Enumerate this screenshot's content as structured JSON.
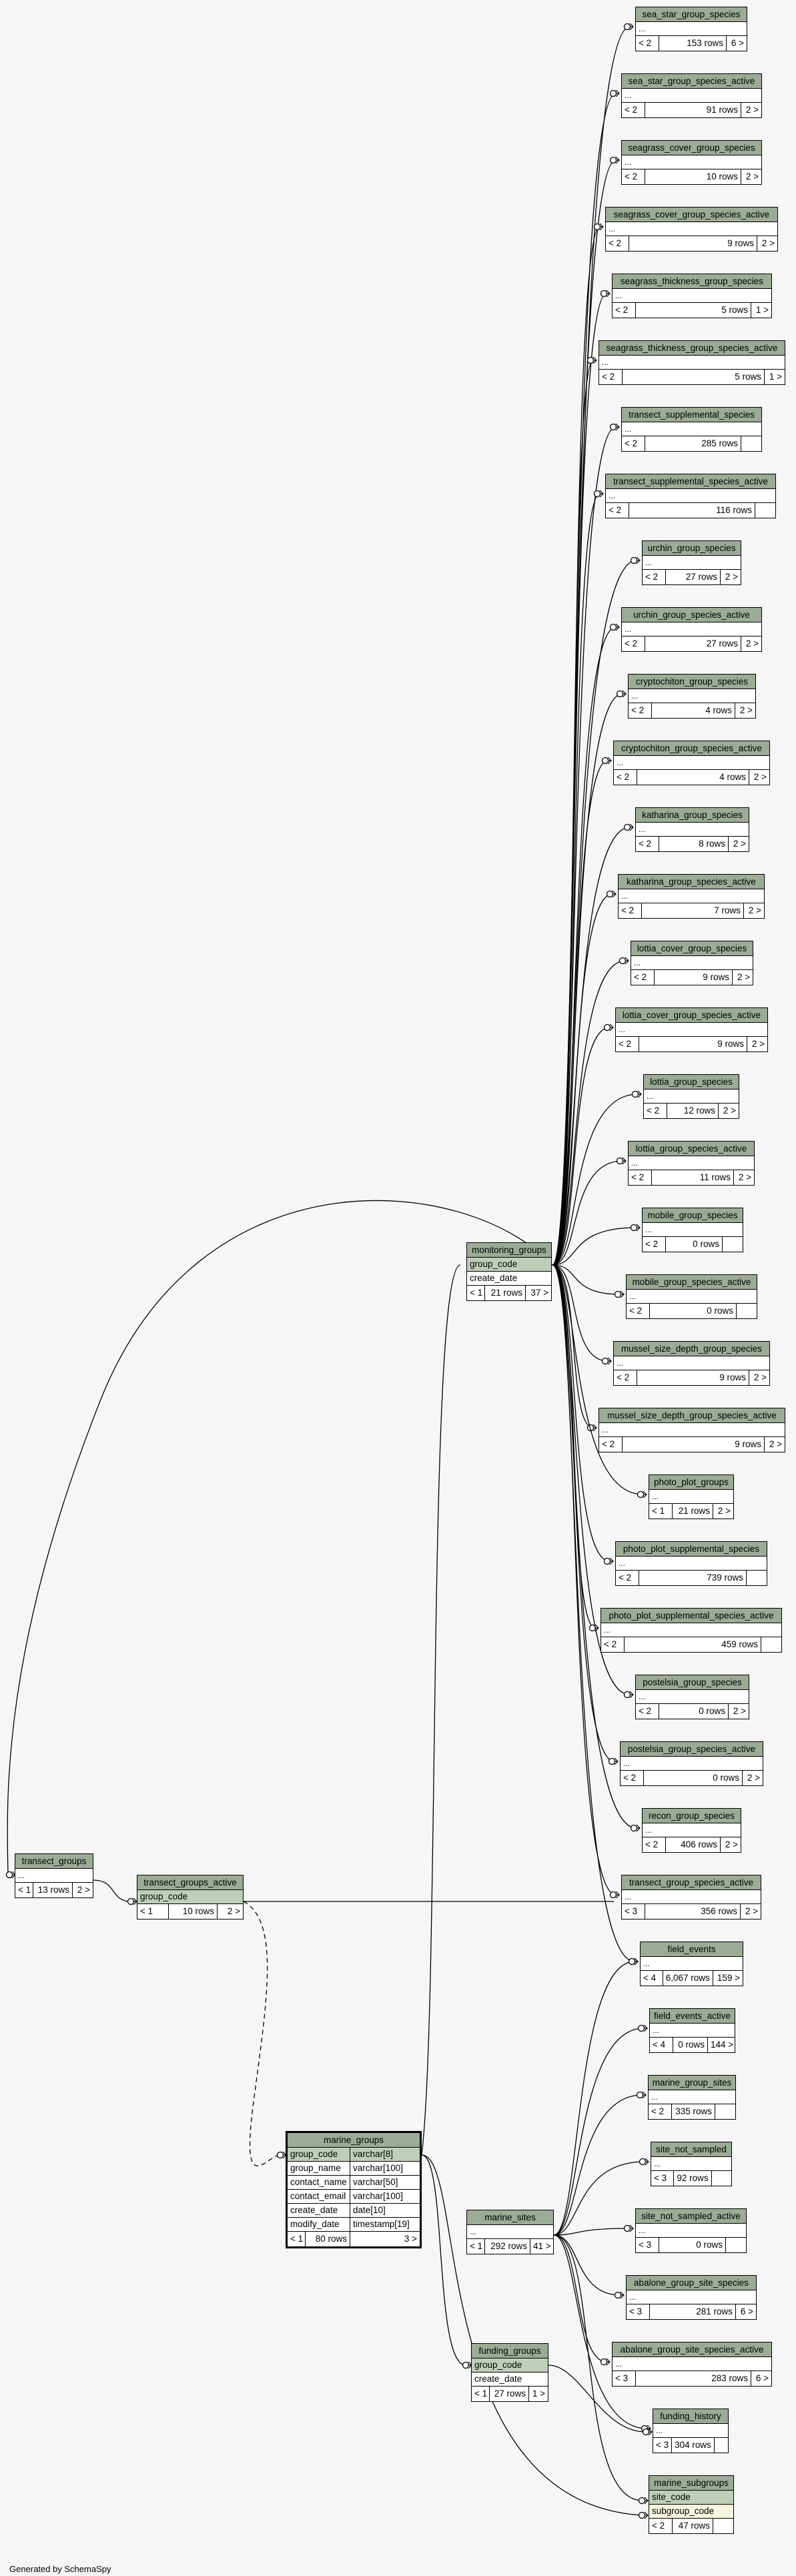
{
  "footer_text": "Generated by SchemaSpy",
  "colors": {
    "header_bg": "#9bab96",
    "key_row_bg": "#bfceb9",
    "subkey_row_bg": "#f5f5dc",
    "background": "#f5f6f5"
  },
  "tables": {
    "sea_star_group_species": {
      "name": "sea_star_group_species",
      "ellipsis": "...",
      "left": "< 2",
      "rows": "153 rows",
      "right": "6 >"
    },
    "sea_star_group_species_active": {
      "name": "sea_star_group_species_active",
      "ellipsis": "...",
      "left": "< 2",
      "rows": "91 rows",
      "right": "2 >"
    },
    "seagrass_cover_group_species": {
      "name": "seagrass_cover_group_species",
      "ellipsis": "...",
      "left": "< 2",
      "rows": "10 rows",
      "right": "2 >"
    },
    "seagrass_cover_group_species_active": {
      "name": "seagrass_cover_group_species_active",
      "ellipsis": "...",
      "left": "< 2",
      "rows": "9 rows",
      "right": "2 >"
    },
    "seagrass_thickness_group_species": {
      "name": "seagrass_thickness_group_species",
      "ellipsis": "...",
      "left": "< 2",
      "rows": "5 rows",
      "right": "1 >"
    },
    "seagrass_thickness_group_species_active": {
      "name": "seagrass_thickness_group_species_active",
      "ellipsis": "...",
      "left": "< 2",
      "rows": "5 rows",
      "right": "1 >"
    },
    "transect_supplemental_species": {
      "name": "transect_supplemental_species",
      "ellipsis": "...",
      "left": "< 2",
      "rows": "285 rows",
      "right": ""
    },
    "transect_supplemental_species_active": {
      "name": "transect_supplemental_species_active",
      "ellipsis": "...",
      "left": "< 2",
      "rows": "116 rows",
      "right": ""
    },
    "urchin_group_species": {
      "name": "urchin_group_species",
      "ellipsis": "...",
      "left": "< 2",
      "rows": "27 rows",
      "right": "2 >"
    },
    "urchin_group_species_active": {
      "name": "urchin_group_species_active",
      "ellipsis": "...",
      "left": "< 2",
      "rows": "27 rows",
      "right": "2 >"
    },
    "cryptochiton_group_species": {
      "name": "cryptochiton_group_species",
      "ellipsis": "...",
      "left": "< 2",
      "rows": "4 rows",
      "right": "2 >"
    },
    "cryptochiton_group_species_active": {
      "name": "cryptochiton_group_species_active",
      "ellipsis": "...",
      "left": "< 2",
      "rows": "4 rows",
      "right": "2 >"
    },
    "katharina_group_species": {
      "name": "katharina_group_species",
      "ellipsis": "...",
      "left": "< 2",
      "rows": "8 rows",
      "right": "2 >"
    },
    "katharina_group_species_active": {
      "name": "katharina_group_species_active",
      "ellipsis": "...",
      "left": "< 2",
      "rows": "7 rows",
      "right": "2 >"
    },
    "lottia_cover_group_species": {
      "name": "lottia_cover_group_species",
      "ellipsis": "...",
      "left": "< 2",
      "rows": "9 rows",
      "right": "2 >"
    },
    "lottia_cover_group_species_active": {
      "name": "lottia_cover_group_species_active",
      "ellipsis": "...",
      "left": "< 2",
      "rows": "9 rows",
      "right": "2 >"
    },
    "lottia_group_species": {
      "name": "lottia_group_species",
      "ellipsis": "...",
      "left": "< 2",
      "rows": "12 rows",
      "right": "2 >"
    },
    "lottia_group_species_active": {
      "name": "lottia_group_species_active",
      "ellipsis": "...",
      "left": "< 2",
      "rows": "11 rows",
      "right": "2 >"
    },
    "mobile_group_species": {
      "name": "mobile_group_species",
      "ellipsis": "...",
      "left": "< 2",
      "rows": "0 rows",
      "right": ""
    },
    "mobile_group_species_active": {
      "name": "mobile_group_species_active",
      "ellipsis": "...",
      "left": "< 2",
      "rows": "0 rows",
      "right": ""
    },
    "mussel_size_depth_group_species": {
      "name": "mussel_size_depth_group_species",
      "ellipsis": "...",
      "left": "< 2",
      "rows": "9 rows",
      "right": "2 >"
    },
    "mussel_size_depth_group_species_active": {
      "name": "mussel_size_depth_group_species_active",
      "ellipsis": "...",
      "left": "< 2",
      "rows": "9 rows",
      "right": "2 >"
    },
    "photo_plot_groups": {
      "name": "photo_plot_groups",
      "ellipsis": "...",
      "left": "< 1",
      "rows": "21 rows",
      "right": "2 >"
    },
    "photo_plot_supplemental_species": {
      "name": "photo_plot_supplemental_species",
      "ellipsis": "...",
      "left": "< 2",
      "rows": "739 rows",
      "right": ""
    },
    "photo_plot_supplemental_species_active": {
      "name": "photo_plot_supplemental_species_active",
      "ellipsis": "...",
      "left": "< 2",
      "rows": "459 rows",
      "right": ""
    },
    "postelsia_group_species": {
      "name": "postelsia_group_species",
      "ellipsis": "...",
      "left": "< 2",
      "rows": "0 rows",
      "right": "2 >"
    },
    "postelsia_group_species_active": {
      "name": "postelsia_group_species_active",
      "ellipsis": "...",
      "left": "< 2",
      "rows": "0 rows",
      "right": "2 >"
    },
    "recon_group_species": {
      "name": "recon_group_species",
      "ellipsis": "...",
      "left": "< 2",
      "rows": "406 rows",
      "right": "2 >"
    },
    "transect_group_species_active": {
      "name": "transect_group_species_active",
      "ellipsis": "...",
      "left": "< 3",
      "rows": "356 rows",
      "right": "2 >"
    },
    "field_events": {
      "name": "field_events",
      "ellipsis": "...",
      "left": "< 4",
      "rows": "6,067 rows",
      "right": "159 >"
    },
    "field_events_active": {
      "name": "field_events_active",
      "ellipsis": "...",
      "left": "< 4",
      "rows": "0 rows",
      "right": "144 >"
    },
    "marine_group_sites": {
      "name": "marine_group_sites",
      "ellipsis": "...",
      "left": "< 2",
      "rows": "335 rows",
      "right": ""
    },
    "site_not_sampled": {
      "name": "site_not_sampled",
      "ellipsis": "...",
      "left": "< 3",
      "rows": "92 rows",
      "right": ""
    },
    "site_not_sampled_active": {
      "name": "site_not_sampled_active",
      "ellipsis": "...",
      "left": "< 3",
      "rows": "0 rows",
      "right": ""
    },
    "abalone_group_site_species": {
      "name": "abalone_group_site_species",
      "ellipsis": "...",
      "left": "< 3",
      "rows": "281 rows",
      "right": "6 >"
    },
    "abalone_group_site_species_active": {
      "name": "abalone_group_site_species_active",
      "ellipsis": "...",
      "left": "< 3",
      "rows": "283 rows",
      "right": "6 >"
    },
    "funding_history": {
      "name": "funding_history",
      "ellipsis": "...",
      "left": "< 3",
      "rows": "304 rows",
      "right": ""
    },
    "monitoring_groups": {
      "name": "monitoring_groups",
      "key": "group_code",
      "col": "create_date",
      "left": "< 1",
      "rows": "21 rows",
      "right": "37 >"
    },
    "transect_groups": {
      "name": "transect_groups",
      "ellipsis": "...",
      "left": "< 1",
      "rows": "13 rows",
      "right": "2 >"
    },
    "transect_groups_active": {
      "name": "transect_groups_active",
      "key": "group_code",
      "left": "< 1",
      "rows": "10 rows",
      "right": "2 >"
    },
    "marine_sites": {
      "name": "marine_sites",
      "ellipsis": "...",
      "left": "< 1",
      "rows": "292 rows",
      "right": "41 >"
    },
    "funding_groups": {
      "name": "funding_groups",
      "key": "group_code",
      "col": "create_date",
      "left": "< 1",
      "rows": "27 rows",
      "right": "1 >"
    },
    "marine_subgroups": {
      "name": "marine_subgroups",
      "key": "site_code",
      "subkey": "subgroup_code",
      "left": "< 2",
      "rows": "47 rows",
      "right": ""
    },
    "marine_groups": {
      "name": "marine_groups",
      "columns": [
        {
          "name": "group_code",
          "type": "varchar[8]"
        },
        {
          "name": "group_name",
          "type": "varchar[100]"
        },
        {
          "name": "contact_name",
          "type": "varchar[50]"
        },
        {
          "name": "contact_email",
          "type": "varchar[100]"
        },
        {
          "name": "create_date",
          "type": "date[10]"
        },
        {
          "name": "modify_date",
          "type": "timestamp[19]"
        }
      ],
      "left": "< 1",
      "rows": "80 rows",
      "right": "3 >"
    }
  }
}
